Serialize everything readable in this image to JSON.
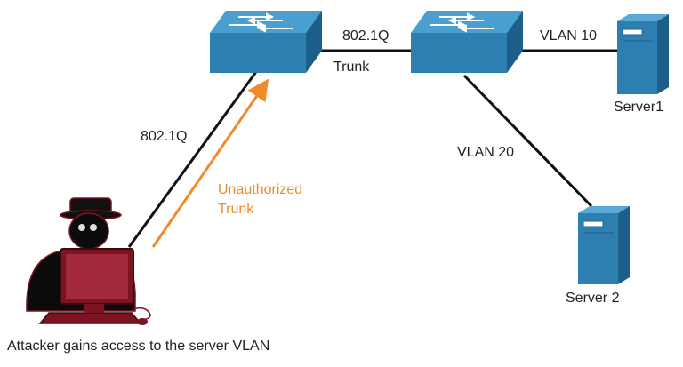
{
  "labels": {
    "link_attacker_switch": "802.1Q",
    "link_switches_top": "802.1Q",
    "link_switches_bottom": "Trunk",
    "unauthorized_line1": "Unauthorized",
    "unauthorized_line2": "Trunk",
    "vlan10": "VLAN 10",
    "vlan20": "VLAN 20",
    "server1": "Server1",
    "server2": "Server 2",
    "caption": "Attacker gains access to the server VLAN"
  },
  "colors": {
    "switch_fill": "#2e7fb1",
    "switch_dark": "#1d5f8a",
    "server_fill": "#2e7fb1",
    "link": "#111111",
    "unauthorized": "#f08a2b",
    "attacker_red": "#7a1420"
  },
  "icons": {
    "switch1": "switch-icon",
    "switch2": "switch-icon",
    "server1": "server-icon",
    "server2": "server-icon",
    "attacker": "hacker-computer-icon"
  }
}
